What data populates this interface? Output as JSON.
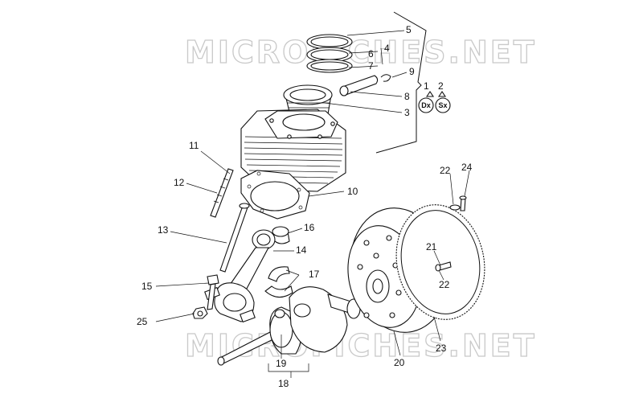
{
  "watermark": {
    "top": "MICROFICHES.NET",
    "bottom": "MICROFICHES.NET"
  },
  "badges": {
    "dx": "Dx",
    "sx": "Sx"
  },
  "labels": {
    "n1": "1",
    "n2": "2",
    "n3": "3",
    "n4": "4",
    "n5": "5",
    "n6": "6",
    "n7": "7",
    "n8": "8",
    "n9": "9",
    "n10": "10",
    "n11": "11",
    "n12": "12",
    "n13": "13",
    "n14": "14",
    "n15": "15",
    "n16": "16",
    "n17": "17",
    "n18": "18",
    "n19": "19",
    "n20": "20",
    "n21": "21",
    "n22a": "22",
    "n22b": "22",
    "n23": "23",
    "n24": "24",
    "n25": "25"
  }
}
